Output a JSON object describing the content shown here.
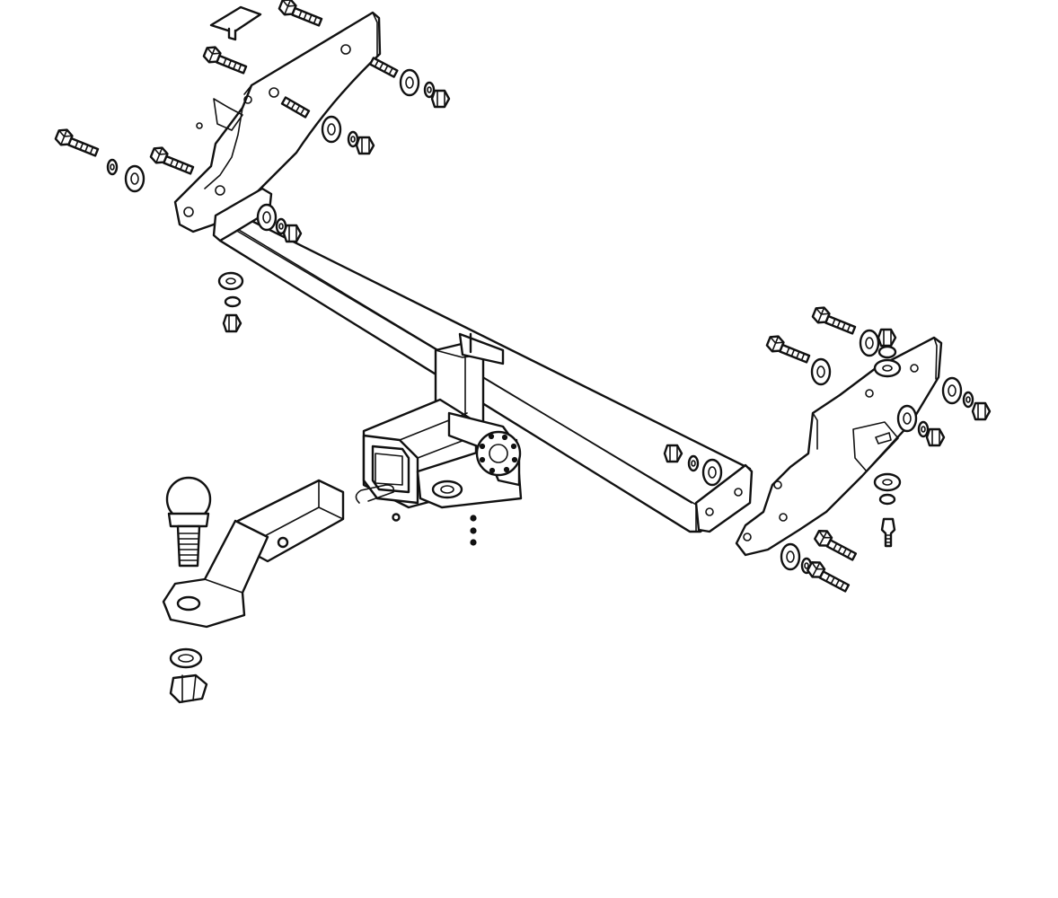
{
  "diagram": {
    "kind": "exploded-assembly-line-drawing",
    "subject": "trailer-hitch-tow-bar",
    "line_color": "#111111",
    "background": "#ffffff",
    "components": [
      "crossbar-tube",
      "left-mounting-bracket",
      "right-mounting-bracket",
      "receiver-hitch",
      "safety-chain-plate",
      "ball-mount",
      "tow-ball",
      "hitch-pin-clip",
      "hardware-fasteners"
    ]
  }
}
